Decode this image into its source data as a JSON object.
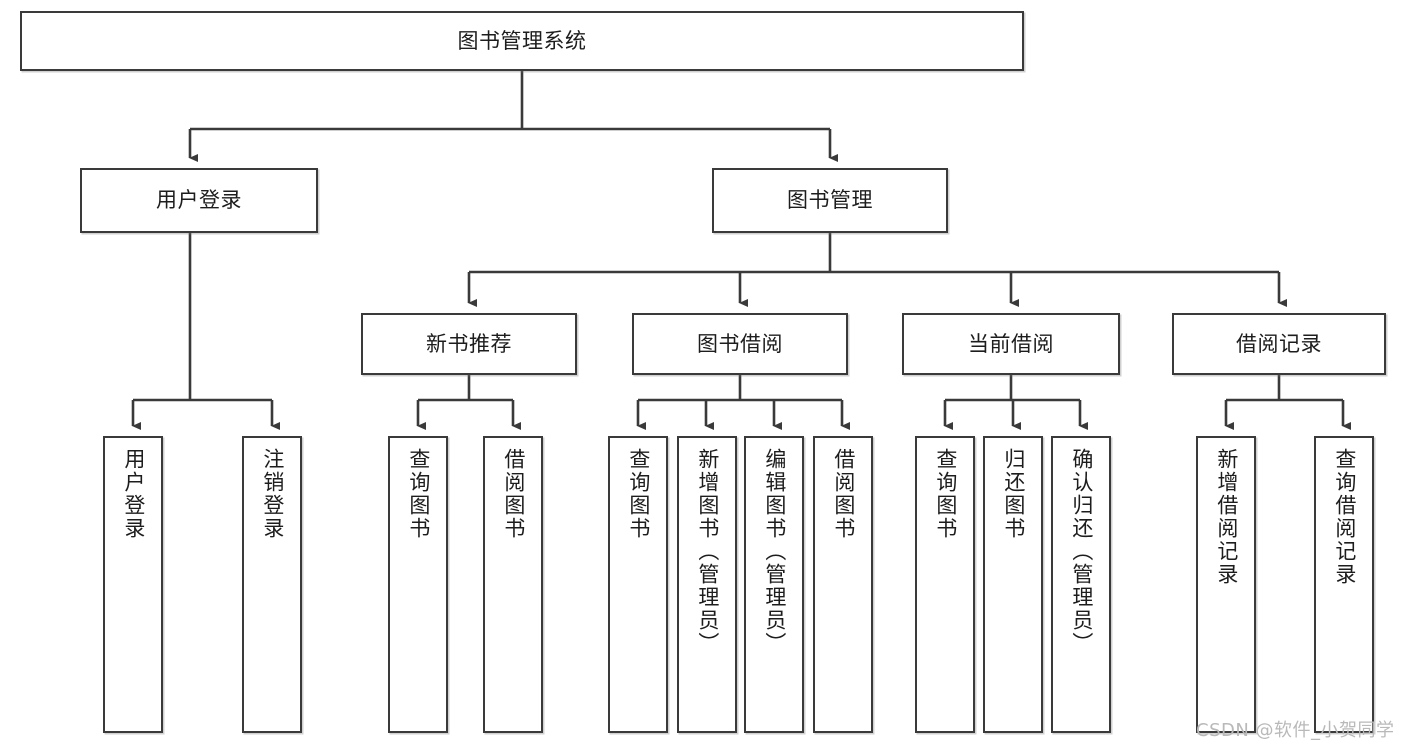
{
  "diagram": {
    "title": "图书管理系统",
    "watermark": "CSDN @软件_小贺同学",
    "colors": {
      "stroke": "#3a3a3a",
      "text": "#1d1d1d",
      "background": "#ffffff",
      "watermark": "#b9b9b9"
    },
    "root": {
      "label": "图书管理系统"
    },
    "level2": [
      {
        "label": "用户登录"
      },
      {
        "label": "图书管理"
      }
    ],
    "level3": [
      {
        "label": "新书推荐"
      },
      {
        "label": "图书借阅"
      },
      {
        "label": "当前借阅"
      },
      {
        "label": "借阅记录"
      }
    ],
    "leaves": {
      "user_login": [
        {
          "label": "用户登录"
        },
        {
          "label": "注销登录"
        }
      ],
      "new_book_recommend": [
        {
          "label": "查询图书"
        },
        {
          "label": "借阅图书"
        }
      ],
      "book_borrow": [
        {
          "label": "查询图书"
        },
        {
          "label": "新增图书（管理员）"
        },
        {
          "label": "编辑图书（管理员）"
        },
        {
          "label": "借阅图书"
        }
      ],
      "current_borrow": [
        {
          "label": "查询图书"
        },
        {
          "label": "归还图书"
        },
        {
          "label": "确认归还（管理员）"
        }
      ],
      "borrow_records": [
        {
          "label": "新增借阅记录"
        },
        {
          "label": "查询借阅记录"
        }
      ]
    }
  }
}
